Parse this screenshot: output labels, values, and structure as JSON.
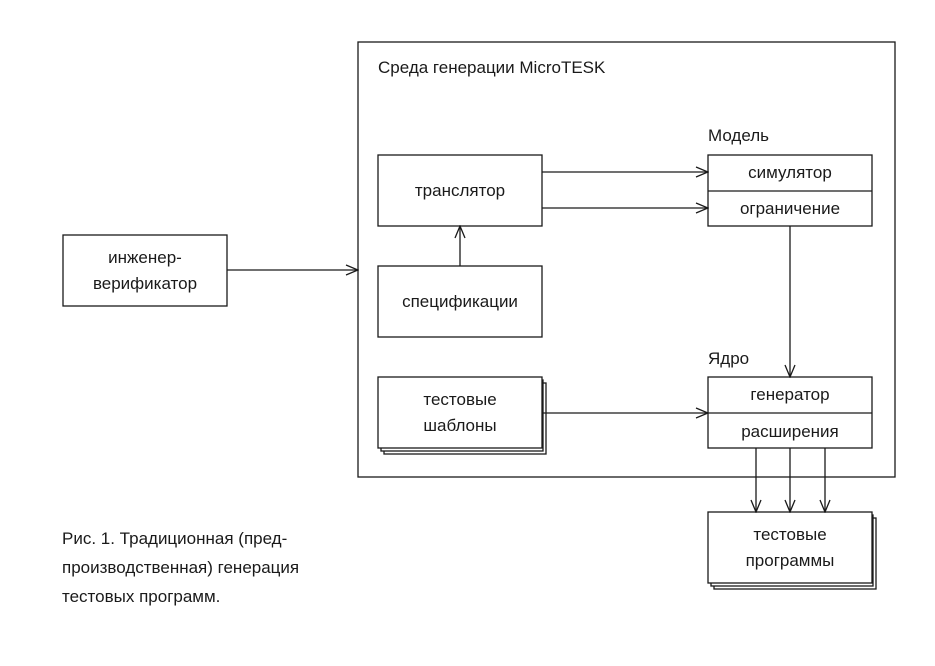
{
  "environment": {
    "title": "Среда генерации MicroTESK"
  },
  "engineer": {
    "line1": "инженер-",
    "line2": "верификатор"
  },
  "translator": {
    "label": "транслятор"
  },
  "specifications": {
    "label": "спецификации"
  },
  "test_templates": {
    "line1": "тестовые",
    "line2": "шаблоны"
  },
  "model": {
    "title": "Модель",
    "simulator": "симулятор",
    "constraint": "ограничение"
  },
  "core": {
    "title": "Ядро",
    "generator": "генератор",
    "extensions": "расширения"
  },
  "test_programs": {
    "line1": "тестовые",
    "line2": "программы"
  },
  "caption": {
    "line1": "Рис. 1. Традиционная (пред-",
    "line2": "производственная) генерация",
    "line3": "тестовых программ."
  }
}
